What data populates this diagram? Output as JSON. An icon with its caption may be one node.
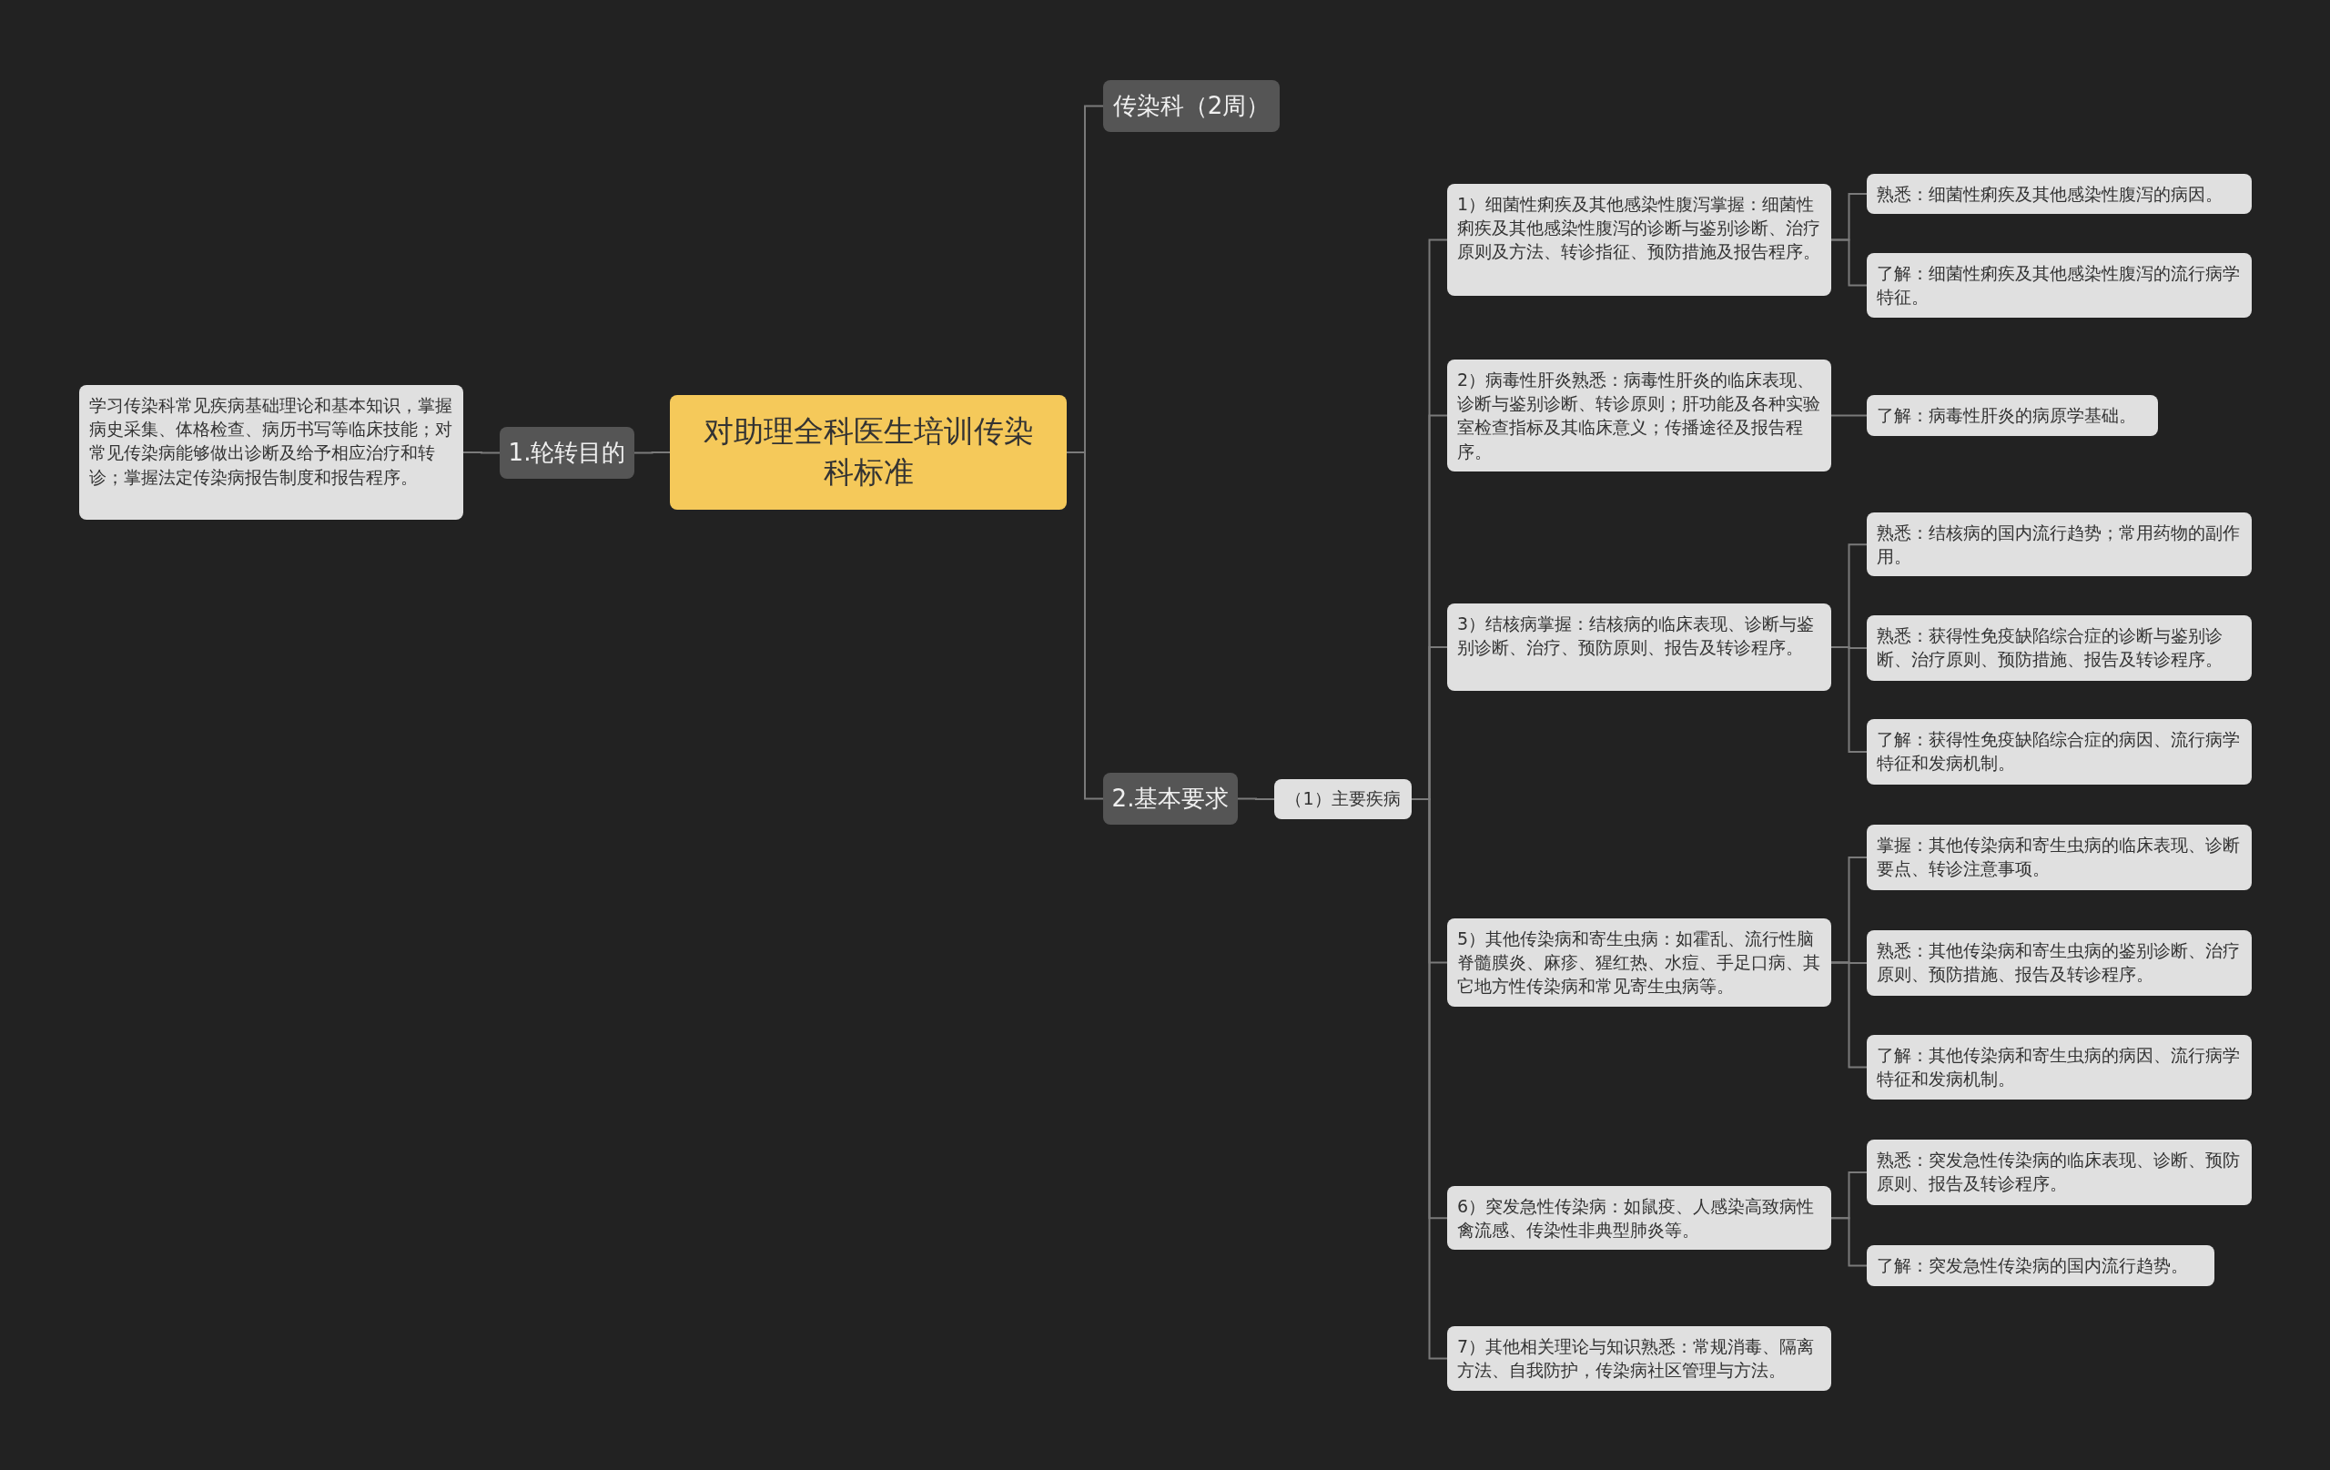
{
  "diagram": {
    "nodes": [
      {
        "text": [
          "对助理全科医生培训传染科标准"
        ]
      },
      {
        "text": [
          "1.轮转目的"
        ]
      },
      {
        "text": [
          "学习传染科常见疾病基础理论和基本知识，掌握病史采集、体格检查、病历书写等临床技能；对常见传染病能够做出诊断及给予相应治疗和转诊；掌握法定传染病报告制度和报告程序。"
        ]
      },
      {
        "text": [
          "传染科（2周）"
        ]
      },
      {
        "text": [
          "2.基本要求"
        ]
      },
      {
        "text": [
          "（1）主要疾病"
        ]
      },
      {
        "text": [
          "1）细菌性痢疾及其他感染性腹泻掌握：细菌性痢疾及其他感染性腹泻的诊断与鉴别诊断、治疗原则及方法、转诊指征、预防措施及报告程序。"
        ]
      },
      {
        "text": [
          "熟悉：细菌性痢疾及其他感染性腹泻的病因。"
        ]
      },
      {
        "text": [
          "了解：细菌性痢疾及其他感染性腹泻的流行病学特征。"
        ]
      },
      {
        "text": [
          "2）病毒性肝炎熟悉：病毒性肝炎的临床表现、诊断与鉴别诊断、转诊原则；肝功能及各种实验室检查指标及其临床意义；传播途径及报告程序。"
        ]
      },
      {
        "text": [
          "了解：病毒性肝炎的病原学基础。"
        ]
      },
      {
        "text": [
          "3）结核病掌握：结核病的临床表现、诊断与鉴别诊断、治疗、预防原则、报告及转诊程序。"
        ]
      },
      {
        "text": [
          "熟悉：结核病的国内流行趋势；常用药物的副作用。"
        ]
      },
      {
        "text": [
          "熟悉：获得性免疫缺陷综合症的诊断与鉴别诊断、治疗原则、预防措施、报告及转诊程序。"
        ]
      },
      {
        "text": [
          "了解：获得性免疫缺陷综合症的病因、流行病学特征和发病机制。"
        ]
      },
      {
        "text": [
          "5）其他传染病和寄生虫病：如霍乱、流行性脑脊髓膜炎、麻疹、猩红热、水痘、手足口病、其它地方性传染病和常见寄生虫病等。"
        ]
      },
      {
        "text": [
          "掌握：其他传染病和寄生虫病的临床表现、诊断要点、转诊注意事项。"
        ]
      },
      {
        "text": [
          "熟悉：其他传染病和寄生虫病的鉴别诊断、治疗原则、预防措施、报告及转诊程序。"
        ]
      },
      {
        "text": [
          "了解：其他传染病和寄生虫病的病因、流行病学特征和发病机制。"
        ]
      },
      {
        "text": [
          "6）突发急性传染病：如鼠疫、人感染高致病性禽流感、传染性非典型肺炎等。"
        ]
      },
      {
        "text": [
          "熟悉：突发急性传染病的临床表现、诊断、预防原则、报告及转诊程序。"
        ]
      },
      {
        "text": [
          "了解：突发急性传染病的国内流行趋势。"
        ]
      },
      {
        "text": [
          "7）其他相关理论与知识熟悉：常规消毒、隔离方法、自我防护，传染病社区管理与方法。"
        ]
      }
    ],
    "edges": [
      {
        "from": 0,
        "to": 1,
        "arrow": "none"
      },
      {
        "from": 1,
        "to": 2,
        "arrow": "none"
      },
      {
        "from": 0,
        "to": 3,
        "arrow": "none"
      },
      {
        "from": 0,
        "to": 4,
        "arrow": "none"
      },
      {
        "from": 4,
        "to": 5,
        "arrow": "none"
      },
      {
        "from": 5,
        "to": 6,
        "arrow": "none"
      },
      {
        "from": 5,
        "to": 9,
        "arrow": "none"
      },
      {
        "from": 5,
        "to": 11,
        "arrow": "none"
      },
      {
        "from": 5,
        "to": 15,
        "arrow": "none"
      },
      {
        "from": 5,
        "to": 19,
        "arrow": "none"
      },
      {
        "from": 5,
        "to": 22,
        "arrow": "none"
      },
      {
        "from": 6,
        "to": 7,
        "arrow": "none"
      },
      {
        "from": 6,
        "to": 8,
        "arrow": "none"
      },
      {
        "from": 9,
        "to": 10,
        "arrow": "none"
      },
      {
        "from": 11,
        "to": 12,
        "arrow": "none"
      },
      {
        "from": 11,
        "to": 13,
        "arrow": "none"
      },
      {
        "from": 11,
        "to": 14,
        "arrow": "none"
      },
      {
        "from": 15,
        "to": 16,
        "arrow": "none"
      },
      {
        "from": 15,
        "to": 17,
        "arrow": "none"
      },
      {
        "from": 15,
        "to": 18,
        "arrow": "none"
      },
      {
        "from": 19,
        "to": 20,
        "arrow": "none"
      },
      {
        "from": 19,
        "to": 21,
        "arrow": "none"
      }
    ]
  }
}
